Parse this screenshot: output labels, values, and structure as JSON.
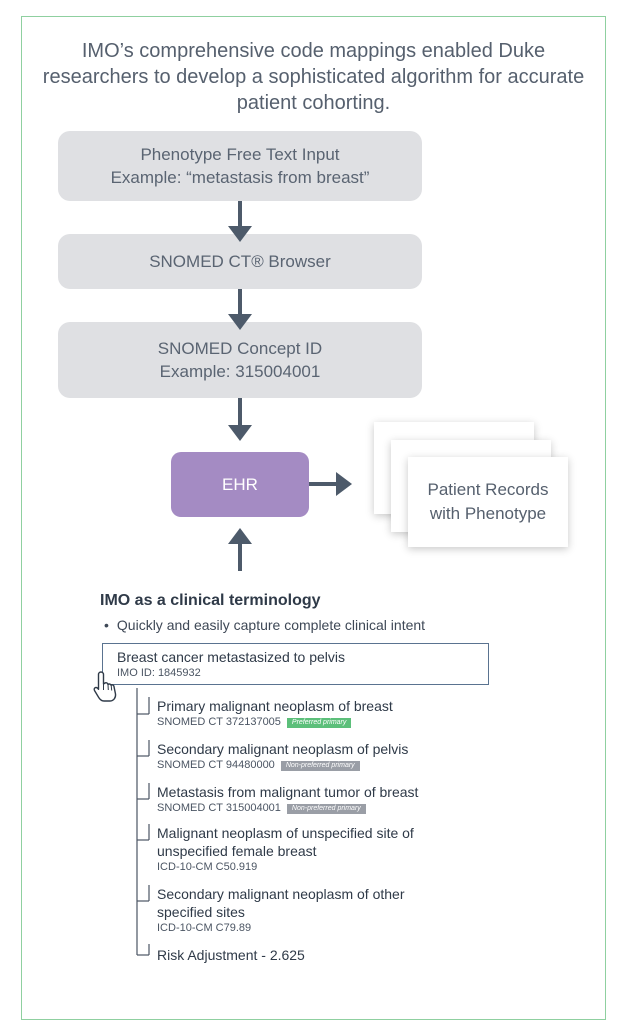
{
  "headline": "IMO’s comprehensive code mappings enabled Duke researchers to develop a sophisticated algorithm for accurate patient cohorting.",
  "flow": {
    "step1": {
      "line1": "Phenotype Free Text Input",
      "line2": "Example: “metastasis from breast”"
    },
    "step2": {
      "line1": "SNOMED CT® Browser"
    },
    "step3": {
      "line1": "SNOMED Concept ID",
      "line2": "Example: 315004001"
    },
    "ehr": "EHR",
    "records": {
      "line1": "Patient Records",
      "line2": "with Phenotype"
    }
  },
  "colors": {
    "frame": "#8fd0a0",
    "flow_box": "#dfe0e3",
    "ehr": "#a48bc3",
    "arrow": "#4d5a6a",
    "badge_preferred": "#5cbf7a",
    "badge_nonpreferred": "#9a9ea6"
  },
  "terminology": {
    "title": "IMO as a clinical terminology",
    "bullet": "Quickly and easily capture complete clinical intent",
    "concept": {
      "title": "Breast cancer metastasized to pelvis",
      "id": "IMO ID: 1845932"
    },
    "icons": {
      "cursor": "hand-pointer-icon"
    },
    "mappings": [
      {
        "title": "Primary malignant neoplasm of breast",
        "code": "SNOMED CT 372137005",
        "badge": "Preferred primary"
      },
      {
        "title": "Secondary malignant neoplasm of pelvis",
        "code": "SNOMED CT 94480000",
        "badge": "Non-preferred primary"
      },
      {
        "title": "Metastasis from malignant tumor of breast",
        "code": "SNOMED CT 315004001",
        "badge": "Non-preferred primary"
      },
      {
        "title_line1": "Malignant neoplasm of unspecified site of",
        "title_line2": "unspecified female breast",
        "code": "ICD-10-CM C50.919"
      },
      {
        "title_line1": "Secondary malignant neoplasm of other",
        "title_line2": "specified sites",
        "code": "ICD-10-CM C79.89"
      },
      {
        "title": "Risk Adjustment - 2.625"
      }
    ]
  }
}
